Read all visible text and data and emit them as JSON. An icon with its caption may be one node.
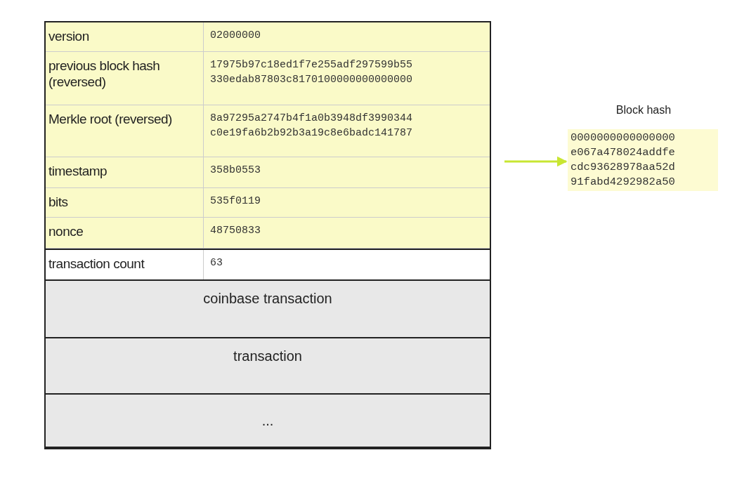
{
  "diagram": {
    "nodes": [
      {
        "text": [],
        "shape": "box"
      },
      {
        "text": [
          "version",
          "02000000"
        ],
        "in": 0
      },
      {
        "text": [
          "previous block hash (reversed)",
          "17975b97c18ed1f7e255adf297599b55 330edab87803c8170100000000000000"
        ],
        "in": 0
      },
      {
        "text": [
          "Merkle root (reversed)",
          "8a97295a2747b4f1a0b3948df3990344 c0e19fa6b2b92b3a19c8e6badc141787"
        ],
        "in": 0
      },
      {
        "text": [
          "timestamp",
          "358b0553"
        ],
        "in": 0
      },
      {
        "text": [
          "bits",
          "535f0119"
        ],
        "in": 0
      },
      {
        "text": [
          "nonce",
          "48750833"
        ],
        "in": 0
      },
      {
        "text": [
          "transaction count",
          "63"
        ],
        "in": 0
      },
      {
        "text": [
          "coinbase transaction"
        ],
        "in": 0
      },
      {
        "text": [
          "transaction"
        ],
        "in": 0
      },
      {
        "text": [
          "..."
        ],
        "in": 0
      },
      {
        "text": [
          "Block hash",
          "0000000000000000 e067a478024addfe cdc93628978aa52d 91fabd4292982a50"
        ]
      }
    ],
    "edges": [
      {
        "from": null,
        "to": 11,
        "arrow": "to",
        "color": "#c8e632"
      }
    ]
  }
}
